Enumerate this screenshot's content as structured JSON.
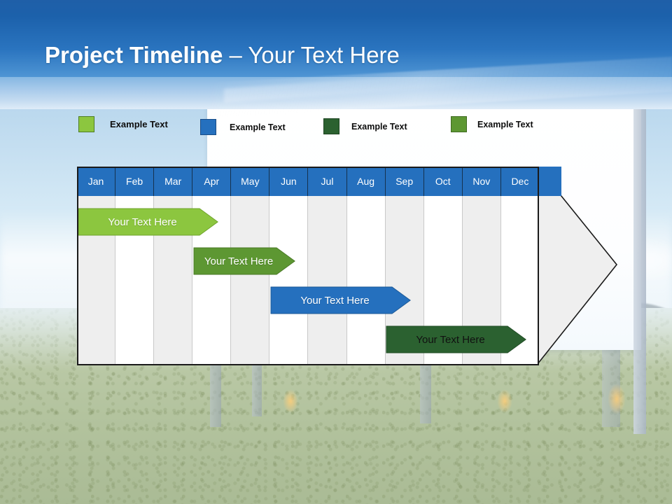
{
  "slide": {
    "title_bold": "Project Timeline",
    "title_sep": " – ",
    "title_light": "Your Text Here"
  },
  "colors": {
    "banner_blue": "#1f5fa8",
    "header_blue": "#2570be",
    "light_green": "#8cc63f",
    "mid_green": "#5d9732",
    "blue": "#2570be",
    "dark_green": "#2b6130",
    "grid_shade": "#eeeeee",
    "grid_plain": "#ffffff",
    "outline": "#1a1a1a"
  },
  "legend": {
    "items": [
      {
        "label": "Example Text",
        "color": "#8cc63f",
        "border": "#4f7d25"
      },
      {
        "label": "Example Text",
        "color": "#2570be",
        "border": "#1b4d86"
      },
      {
        "label": "Example Text",
        "color": "#2b6130",
        "border": "#1d4421"
      },
      {
        "label": "Example Text",
        "color": "#5d9732",
        "border": "#3f6b22"
      }
    ]
  },
  "timeline": {
    "months": [
      "Jan",
      "Feb",
      "Mar",
      "Apr",
      "May",
      "Jun",
      "Jul",
      "Aug",
      "Sep",
      "Oct",
      "Nov",
      "Dec"
    ],
    "bars": [
      {
        "label": "Your  Text Here",
        "color": "#8cc63f",
        "stroke": "#6fa42c",
        "text_style": "onlight",
        "start_month": "Jan",
        "end_month": "Apr"
      },
      {
        "label": "Your  Text Here",
        "color": "#5d9732",
        "stroke": "#4a7a27",
        "text_style": "onlight",
        "start_month": "Apr",
        "end_month": "Jun"
      },
      {
        "label": "Your  Text Here",
        "color": "#2570be",
        "stroke": "#1d5a97",
        "text_style": "onlight",
        "start_month": "Jun",
        "end_month": "Sep"
      },
      {
        "label": "Your  Text Here",
        "color": "#2b6130",
        "stroke": "#224d26",
        "text_style": "ondark",
        "start_month": "Sep",
        "end_month": "Dec"
      }
    ]
  },
  "chart_data": {
    "type": "bar",
    "title": "Project Timeline – Your Text Here",
    "categories": [
      "Jan",
      "Feb",
      "Mar",
      "Apr",
      "May",
      "Jun",
      "Jul",
      "Aug",
      "Sep",
      "Oct",
      "Nov",
      "Dec"
    ],
    "xlabel": "",
    "ylabel": "",
    "grid": true,
    "legend": [
      "Example Text",
      "Example Text",
      "Example Text",
      "Example Text"
    ],
    "series": [
      {
        "name": "Your  Text Here",
        "start": 0,
        "end": 3.6,
        "color": "#8cc63f"
      },
      {
        "name": "Your  Text Here",
        "start": 3.0,
        "end": 5.6,
        "color": "#5d9732"
      },
      {
        "name": "Your  Text Here",
        "start": 5.0,
        "end": 8.6,
        "color": "#2570be"
      },
      {
        "name": "Your  Text Here",
        "start": 8.0,
        "end": 11.6,
        "color": "#2b6130"
      }
    ]
  }
}
